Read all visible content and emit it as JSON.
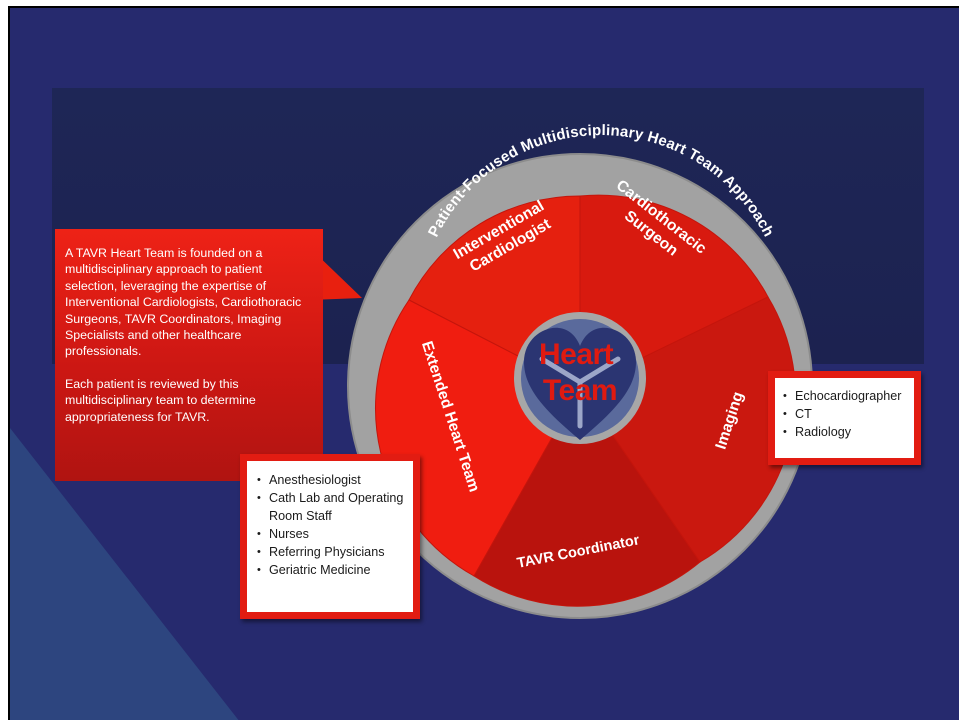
{
  "diagram": {
    "ring_title": "Patient-Focused Multidisciplinary Heart Team Approach",
    "center": {
      "line1": "Heart",
      "line2": "Team"
    },
    "segments": {
      "interventional_cardiologist": {
        "line1": "Interventional",
        "line2": "Cardiologist"
      },
      "cardiothoracic_surgeon": {
        "line1": "Cardiothoracic",
        "line2": "Surgeon"
      },
      "imaging": {
        "label": "Imaging"
      },
      "tavr_coordinator": {
        "label": "TAVR Coordinator"
      },
      "extended_heart_team": {
        "label": "Extended Heart Team"
      }
    },
    "callout": {
      "paragraph1": "A TAVR Heart Team is founded on a multidisciplinary approach to patient selection, leveraging the expertise of Interventional Cardiologists, Cardiothoracic Surgeons, TAVR Coordinators, Imaging Specialists and other healthcare professionals.",
      "paragraph2": "Each patient is reviewed by this multidisciplinary team to determine appropriateness for TAVR."
    },
    "extended_team_list": [
      "Anesthesiologist",
      "Cath Lab and Operating Room Staff",
      "Nurses",
      "Referring Physicians",
      "Geriatric Medicine"
    ],
    "imaging_list": [
      "Echocardiographer",
      "CT",
      "Radiology"
    ]
  },
  "colors": {
    "background": "#262a6e",
    "band": "#20285a",
    "ring": "#a2a2a2",
    "interventional_cardiologist": "#e5200f",
    "cardiothoracic_surgeon": "#d81a0f",
    "imaging": "#ca180f",
    "tavr_coordinator": "#b9130d",
    "extended_heart_team": "#f01d10",
    "center": "#5a6a9c",
    "heart": "#2b3572",
    "center_text": "#e01a10"
  }
}
